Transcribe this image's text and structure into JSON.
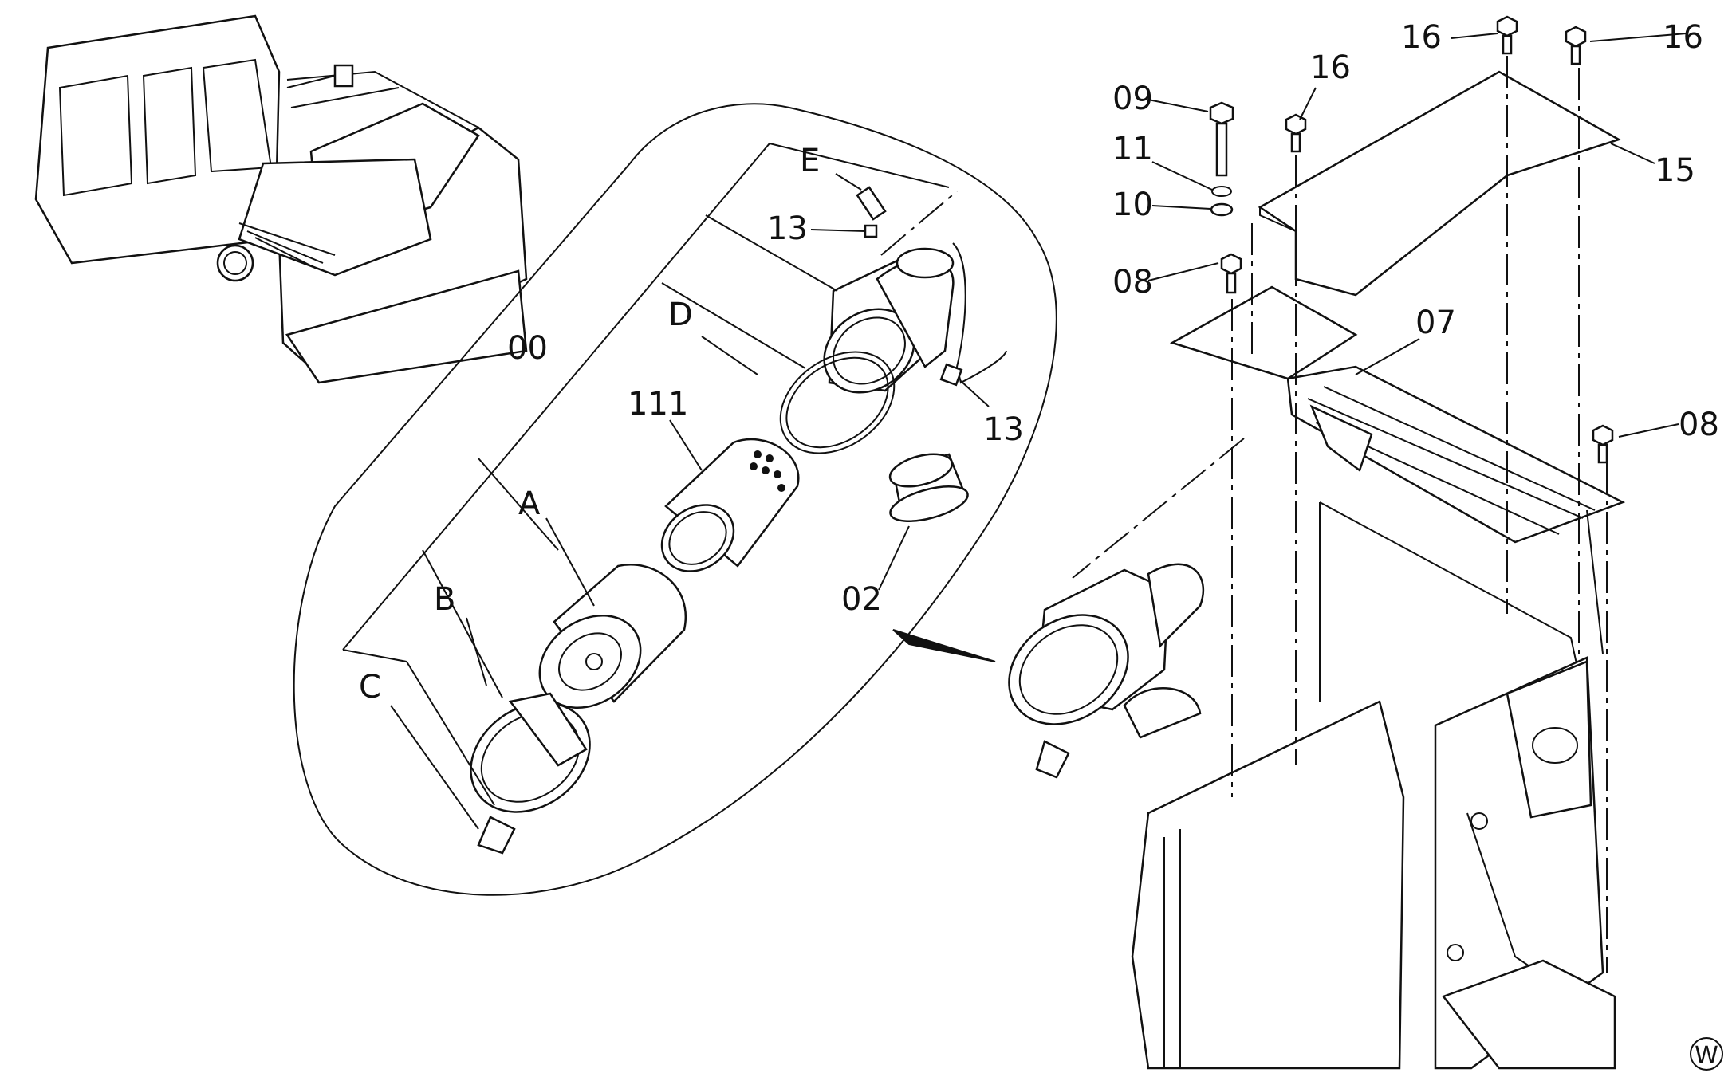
{
  "labels": {
    "p00": "00",
    "p02": "02",
    "p07": "07",
    "p08a": "08",
    "p08b": "08",
    "p09": "09",
    "p10": "10",
    "p11": "11",
    "p13a": "13",
    "p13b": "13",
    "p15": "15",
    "p16a": "16",
    "p16b": "16",
    "p16c": "16",
    "p111": "111",
    "sA": "A",
    "sB": "B",
    "sC": "C",
    "sD": "D",
    "sE": "E"
  },
  "mark": "W"
}
